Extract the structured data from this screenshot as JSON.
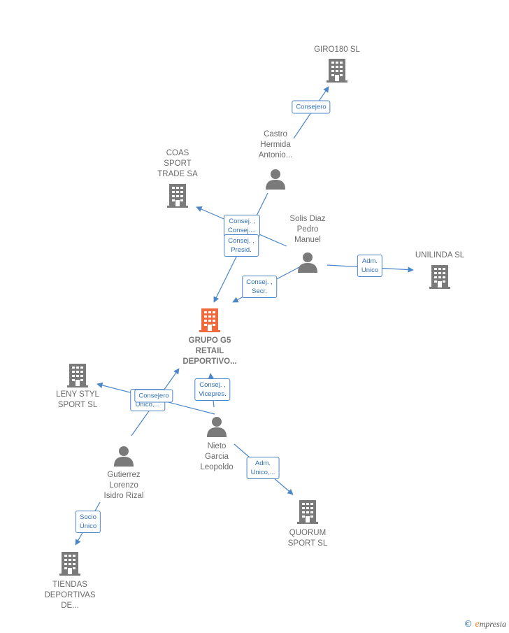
{
  "colors": {
    "edge": "#4a86c8",
    "node": "#7a7a7a",
    "main": "#f26a3b"
  },
  "nodes": [
    {
      "id": "giro180",
      "type": "company",
      "label": "GIRO180  SL"
    },
    {
      "id": "castro",
      "type": "person",
      "label": "Castro\nHermida\nAntonio..."
    },
    {
      "id": "coas",
      "type": "company",
      "label": "COAS\nSPORT\nTRADE SA"
    },
    {
      "id": "solis",
      "type": "person",
      "label": "Solis Diaz\nPedro\nManuel"
    },
    {
      "id": "unilinda",
      "type": "company",
      "label": "UNILINDA  SL"
    },
    {
      "id": "grupo",
      "type": "main",
      "label": "GRUPO G5\nRETAIL\nDEPORTIVO..."
    },
    {
      "id": "leny",
      "type": "company",
      "label": "LENY STYL\nSPORT  SL"
    },
    {
      "id": "nieto",
      "type": "person",
      "label": "Nieto\nGarcia\nLeopoldo"
    },
    {
      "id": "gutierrez",
      "type": "person",
      "label": "Gutierrez\nLorenzo\nIsidro Rizal"
    },
    {
      "id": "quorum",
      "type": "company",
      "label": "QUORUM\nSPORT  SL"
    },
    {
      "id": "tiendas",
      "type": "company",
      "label": "TIENDAS\nDEPORTIVAS\nDE..."
    }
  ],
  "edges": [
    {
      "from": "castro",
      "to": "giro180",
      "label": "Consejero"
    },
    {
      "from": "solis",
      "to": "coas",
      "label": "Consej. ,\nConsej...."
    },
    {
      "from": "castro",
      "to": "grupo",
      "label": "Consej. ,\nPresid."
    },
    {
      "from": "solis",
      "to": "grupo",
      "label": "Consej. ,\nSecr."
    },
    {
      "from": "solis",
      "to": "unilinda",
      "label": "Adm.\nUnico"
    },
    {
      "from": "nieto",
      "to": "leny",
      "label": "Consej. ,\nUnico,..."
    },
    {
      "from": "gutierrez",
      "to": "grupo",
      "label": "Consejero"
    },
    {
      "from": "nieto",
      "to": "grupo",
      "label": "Consej. ,\nVicepres."
    },
    {
      "from": "nieto",
      "to": "quorum",
      "label": "Adm.\nUnico,..."
    },
    {
      "from": "gutierrez",
      "to": "tiendas",
      "label": "Socio\nÚnico"
    }
  ],
  "brand": {
    "symbol": "©",
    "first": "e",
    "rest": "mpresia"
  }
}
